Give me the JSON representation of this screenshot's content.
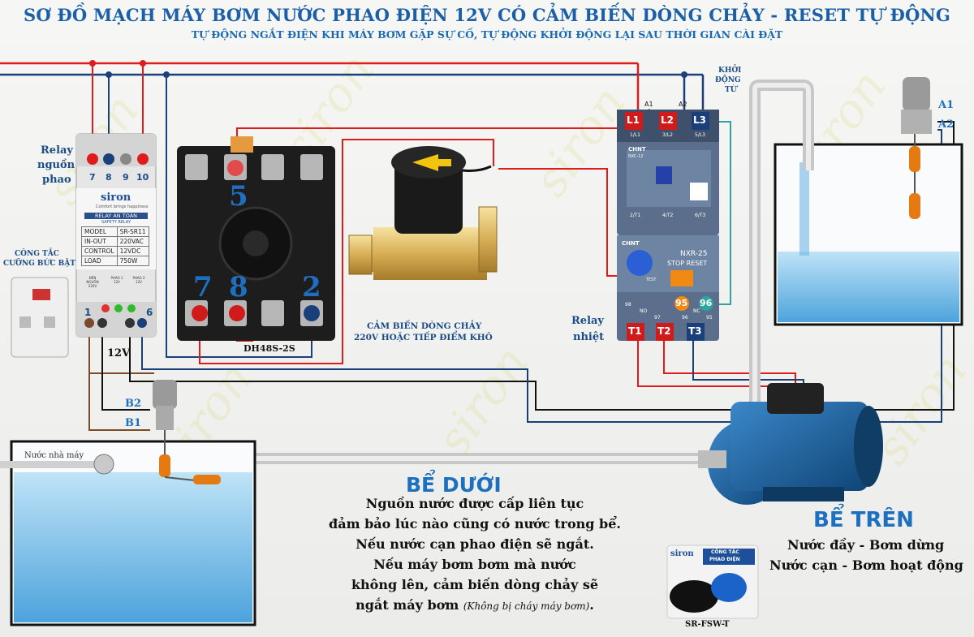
{
  "header": {
    "title": "SƠ ĐỒ MẠCH MÁY BƠM NƯỚC PHAO ĐIỆN 12V CÓ CẢM BIẾN DÒNG CHẢY - RESET TỰ ĐỘNG",
    "subtitle": "TỰ ĐỘNG NGẮT ĐIỆN KHI MÁY BƠM GẶP SỰ CỐ, TỰ ĐỘNG KHỞI ĐỘNG LẠI SAU THỜI GIAN CÀI ĐẶT"
  },
  "watermark": "siron",
  "relay_float": {
    "label_line1": "Relay",
    "label_line2": "nguồn",
    "label_line3": "phao",
    "brand": "siron",
    "brand_tagline": "Comfort brings happiness",
    "product_title": "RELAY AN TOÀN",
    "product_sub": "SAFETY RELAY",
    "spec_rows": [
      [
        "MODEL",
        "SR-SR11"
      ],
      [
        "IN-OUT",
        "220VAC"
      ],
      [
        "CONTROL",
        "12VDC"
      ],
      [
        "LOAD",
        "750W"
      ]
    ],
    "top_terminals": [
      "7",
      "8",
      "9",
      "10"
    ],
    "bottom_terminal_left": "1",
    "bottom_terminal_right": "6",
    "led_captions": [
      "ĐÈN NGUỒN 220V",
      "PHAO 1 12V",
      "PHAO 2 12V"
    ],
    "voltage_label": "12V"
  },
  "override_switch": {
    "label_line1": "CÔNG TẮC",
    "label_line2": "CƯỠNG BỨC BẬT"
  },
  "timer_relay": {
    "model": "DH48S-2S",
    "pin_top": "5",
    "pins_bottom": [
      "7",
      "8",
      "2"
    ]
  },
  "flow_sensor": {
    "label_line1": "CẢM BIẾN DÒNG CHẢY",
    "label_line2": "220V HOẶC TIẾP ĐIỂM KHÔ"
  },
  "contactor": {
    "label_line1": "KHỞI",
    "label_line2": "ĐỘNG",
    "label_line3": "TỪ",
    "brand": "CHNT",
    "model": "NXC-12",
    "top_terminals": [
      "L1",
      "L2",
      "L3"
    ],
    "top_small": [
      "1/L1",
      "3/L2",
      "5/L3"
    ],
    "bottom_small": [
      "2/T1",
      "4/T2",
      "6/T3"
    ],
    "coil_a1": "A1",
    "coil_a2": "A2"
  },
  "thermal_relay": {
    "label_line1": "Relay",
    "label_line2": "nhiệt",
    "brand": "CHNT",
    "model": "NXR-25",
    "stop_reset": "STOP RESET",
    "test": "TEST",
    "aux_terminals": [
      "95",
      "96"
    ],
    "aux_small": [
      "98",
      "NO",
      "97",
      "96",
      "NC",
      "95"
    ],
    "bottom_terminals": [
      "T1",
      "T2",
      "T3"
    ]
  },
  "upper_tank": {
    "float_a1": "A1",
    "float_a2": "A2",
    "title": "BỂ TRÊN",
    "line1": "Nước đầy - Bơm dừng",
    "line2": "Nước cạn - Bơm hoạt động"
  },
  "lower_tank": {
    "float_b2": "B2",
    "float_b1": "B1",
    "inlet_label": "Nước nhà máy",
    "title": "BỂ DƯỚI",
    "desc_lines": [
      "Nguồn nước được cấp liên tục",
      "đảm bảo lúc nào cũng có nước trong bể.",
      "Nếu nước cạn phao điện sẽ ngắt.",
      "Nếu máy bơm bơm mà nước",
      "không lên, cảm biến dòng chảy sẽ",
      "ngắt máy bơm"
    ],
    "desc_note": "(Không bị cháy máy bơm)",
    "desc_end": "."
  },
  "product_box": {
    "brand": "siron",
    "line1": "CÔNG TẮC",
    "line2": "PHAO ĐIỆN",
    "model": "SR-FSW-T"
  },
  "colors": {
    "title": "#1a5fa8",
    "wire_red": "#e01b1b",
    "wire_blue": "#1b3f7a",
    "wire_black": "#111111",
    "wire_brown": "#7a4a2a",
    "wire_teal": "#29a6a0",
    "accent_blue": "#1d6fc0"
  }
}
